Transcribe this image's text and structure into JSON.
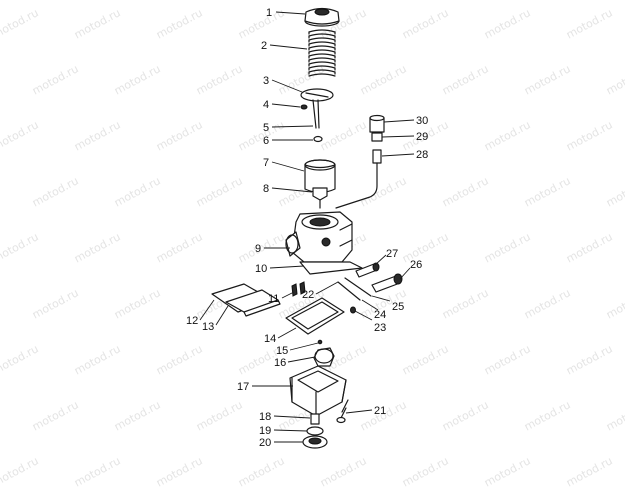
{
  "watermark": {
    "text": "motod.ru"
  },
  "colors": {
    "ink": "#1a1a1a",
    "watermark": "#e4e4e4",
    "background": "#ffffff"
  },
  "callouts": [
    {
      "id": "1",
      "label": "1"
    },
    {
      "id": "2",
      "label": "2"
    },
    {
      "id": "3",
      "label": "3"
    },
    {
      "id": "4",
      "label": "4"
    },
    {
      "id": "5",
      "label": "5"
    },
    {
      "id": "6",
      "label": "6"
    },
    {
      "id": "7",
      "label": "7"
    },
    {
      "id": "8",
      "label": "8"
    },
    {
      "id": "9",
      "label": "9"
    },
    {
      "id": "10",
      "label": "10"
    },
    {
      "id": "11",
      "label": "11"
    },
    {
      "id": "12",
      "label": "12"
    },
    {
      "id": "13",
      "label": "13"
    },
    {
      "id": "14",
      "label": "14"
    },
    {
      "id": "15",
      "label": "15"
    },
    {
      "id": "16",
      "label": "16"
    },
    {
      "id": "17",
      "label": "17"
    },
    {
      "id": "18",
      "label": "18"
    },
    {
      "id": "19",
      "label": "19"
    },
    {
      "id": "20",
      "label": "20"
    },
    {
      "id": "21",
      "label": "21"
    },
    {
      "id": "22",
      "label": "22"
    },
    {
      "id": "23",
      "label": "23"
    },
    {
      "id": "24",
      "label": "24"
    },
    {
      "id": "25",
      "label": "25"
    },
    {
      "id": "26",
      "label": "26"
    },
    {
      "id": "27",
      "label": "27"
    },
    {
      "id": "28",
      "label": "28"
    },
    {
      "id": "29",
      "label": "29"
    },
    {
      "id": "30",
      "label": "30"
    }
  ]
}
